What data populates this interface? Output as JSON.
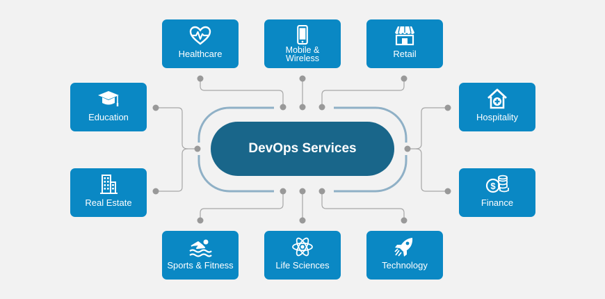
{
  "center": {
    "label": "DevOps Services"
  },
  "services": {
    "healthcare": {
      "label": "Healthcare",
      "icon": "heartbeat-icon"
    },
    "mobile": {
      "label_line1": "Mobile &",
      "label_line2": "Wireless",
      "icon": "smartphone-icon"
    },
    "retail": {
      "label": "Retail",
      "icon": "storefront-icon"
    },
    "education": {
      "label": "Education",
      "icon": "graduation-cap-icon"
    },
    "hospitality": {
      "label": "Hospitality",
      "icon": "home-medical-icon"
    },
    "real_estate": {
      "label": "Real Estate",
      "icon": "building-icon"
    },
    "finance": {
      "label": "Finance",
      "icon": "coins-icon"
    },
    "sports": {
      "label": "Sports & Fitness",
      "icon": "swimmer-icon"
    },
    "life_sciences": {
      "label": "Life Sciences",
      "icon": "atom-icon"
    },
    "technology": {
      "label": "Technology",
      "icon": "rocket-icon"
    }
  },
  "colors": {
    "card": "#0a88c4",
    "hub": "#19668a",
    "ring": "#8fb0c6",
    "wire": "#a7a7a7",
    "dot": "#999999",
    "background": "#f2f2f2"
  }
}
